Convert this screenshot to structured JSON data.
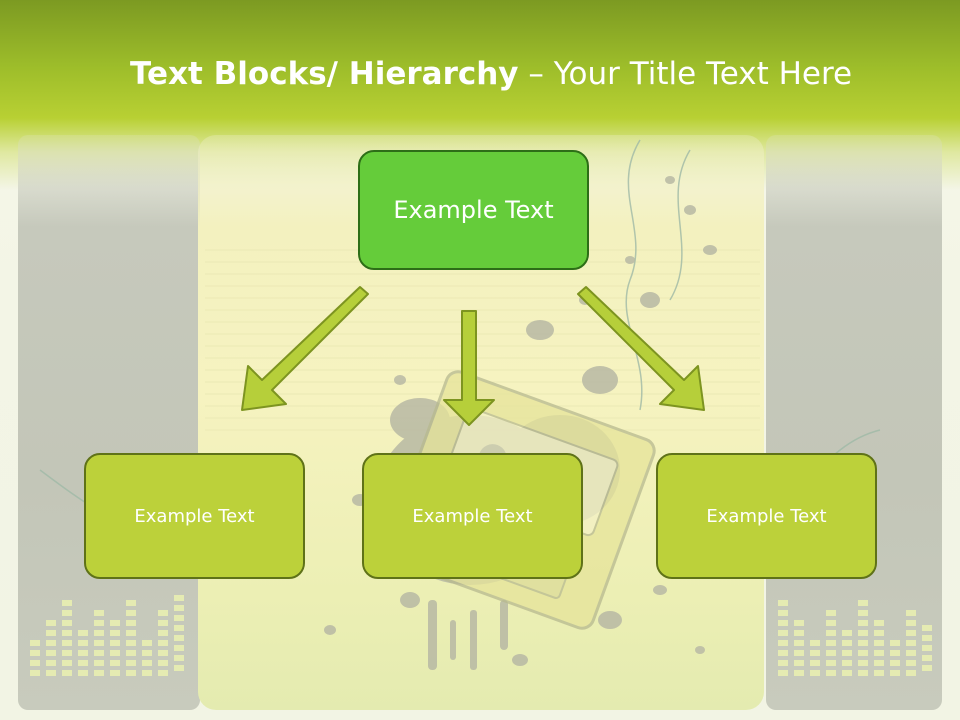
{
  "slide": {
    "title_bold": "Text Blocks/ Hierarchy",
    "title_rest": " – Your Title Text Here"
  },
  "diagram": {
    "top_node": {
      "label": "Example Text"
    },
    "children": [
      {
        "label": "Example Text"
      },
      {
        "label": "Example Text"
      },
      {
        "label": "Example Text"
      }
    ]
  },
  "colors": {
    "title_band": "#9dbd2a",
    "top_node_fill": "#65cc3a",
    "child_node_fill": "#bcd13a",
    "arrow_fill": "#b6cf3a",
    "arrow_stroke": "#7d9420"
  },
  "icons": [
    "equalizer-bars-icon",
    "cassette-tape-icon",
    "ink-splatter-icon"
  ]
}
